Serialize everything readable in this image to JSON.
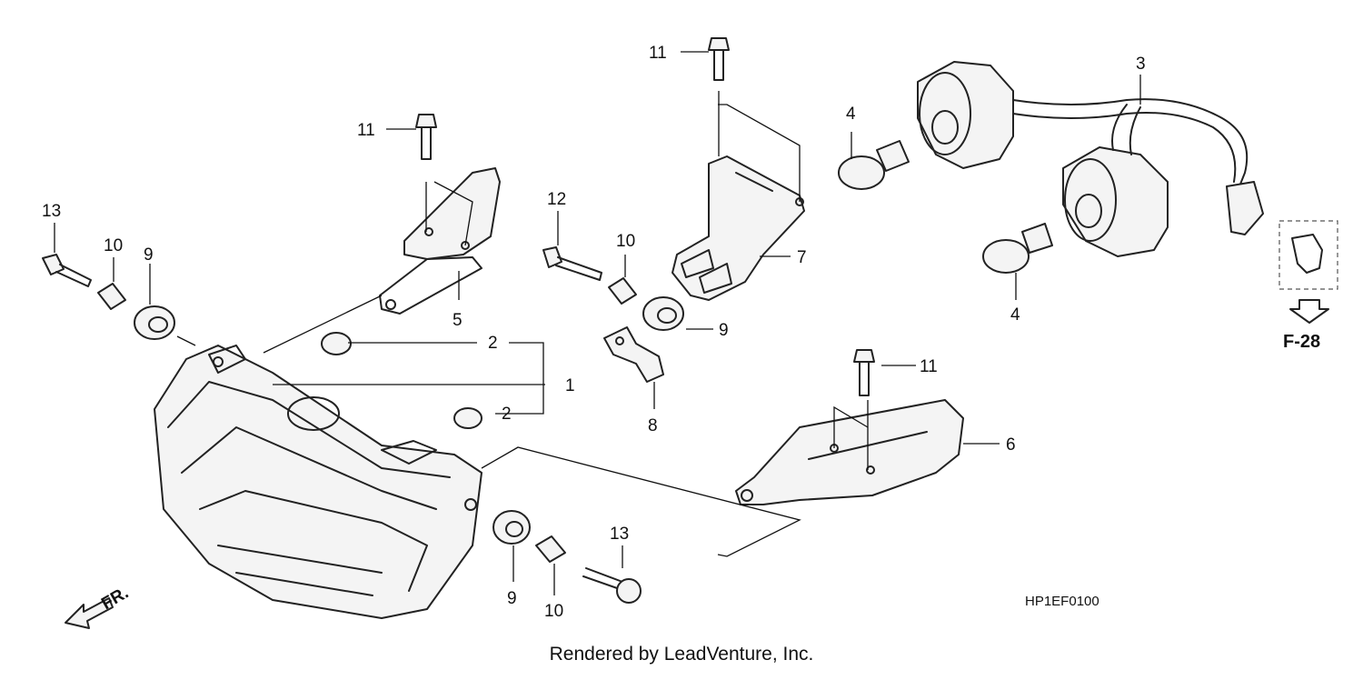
{
  "callouts": {
    "c1": "1",
    "c2a": "2",
    "c2b": "2",
    "c3": "3",
    "c4a": "4",
    "c4b": "4",
    "c5": "5",
    "c6": "6",
    "c7": "7",
    "c8": "8",
    "c9a": "9",
    "c9b": "9",
    "c9c": "9",
    "c10a": "10",
    "c10b": "10",
    "c10c": "10",
    "c11a": "11",
    "c11b": "11",
    "c11c": "11",
    "c12": "12",
    "c13a": "13",
    "c13b": "13"
  },
  "reference": "F-28",
  "front_marker": "FR.",
  "diagram_code": "HP1EF0100",
  "footer": "Rendered by LeadVenture, Inc."
}
